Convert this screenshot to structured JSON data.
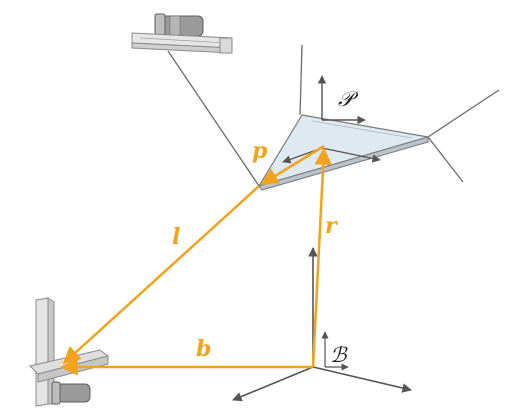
{
  "colors": {
    "vector": "#f2a31b",
    "cable": "#6b6b6b",
    "axis": "#555555",
    "platform_fill": "#dfe9f1",
    "platform_edge": "#7a7a7a",
    "rail": "#e2e2e2",
    "rail_edge": "#8a8a8a",
    "motor": "#9a9a9a"
  },
  "labels": {
    "p": "p",
    "l": "l",
    "r": "r",
    "b": "b",
    "frame_P": "𝒫",
    "frame_B": "ℬ"
  },
  "icons": [
    "motor-icon",
    "winch-rail-icon",
    "corner-post-icon"
  ]
}
